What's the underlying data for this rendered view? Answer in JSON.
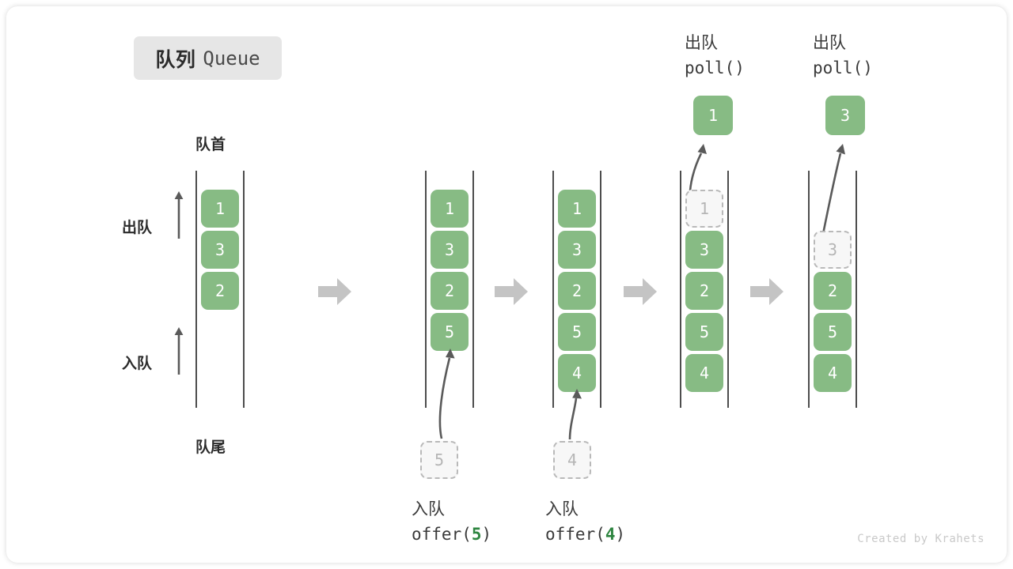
{
  "title": {
    "cn": "队列",
    "en": "Queue"
  },
  "credit": "Created by Krahets",
  "labels": {
    "front": "队首",
    "rear": "队尾",
    "dequeue": "出队",
    "enqueue": "入队"
  },
  "icons": {
    "step": "right-arrow-icon",
    "up": "up-arrow-icon",
    "flow": "curved-arrow-icon"
  },
  "columns": [
    {
      "id": "initial",
      "caption_cn": "",
      "caption_code": "",
      "cells": [
        "1",
        "3",
        "2"
      ],
      "ghost_index": -1,
      "incoming": null,
      "popped": null
    },
    {
      "id": "offer-5",
      "caption_cn": "入队",
      "caption_code_pre": "offer(",
      "caption_code_num": "5",
      "caption_code_post": ")",
      "cells": [
        "1",
        "3",
        "2",
        "5"
      ],
      "ghost_index": -1,
      "incoming": "5",
      "popped": null
    },
    {
      "id": "offer-4",
      "caption_cn": "入队",
      "caption_code_pre": "offer(",
      "caption_code_num": "4",
      "caption_code_post": ")",
      "cells": [
        "1",
        "3",
        "2",
        "5",
        "4"
      ],
      "ghost_index": -1,
      "incoming": "4",
      "popped": null
    },
    {
      "id": "poll-1",
      "caption_cn": "出队",
      "caption_code_pre": "poll()",
      "caption_code_num": "",
      "caption_code_post": "",
      "cells": [
        "1",
        "3",
        "2",
        "5",
        "4"
      ],
      "ghost_index": 0,
      "incoming": null,
      "popped": "1"
    },
    {
      "id": "poll-3",
      "caption_cn": "出队",
      "caption_code_pre": "poll()",
      "caption_code_num": "",
      "caption_code_post": "",
      "cells": [
        "3",
        "2",
        "5",
        "4"
      ],
      "ghost_index": 0,
      "incoming": null,
      "popped": "3"
    }
  ],
  "colors": {
    "cell_green": "#87bb84",
    "ghost_fill": "#f7f7f7",
    "ghost_border": "#b9b9b9",
    "rail": "#4d4d4d",
    "step_arrow": "#c4c4c4",
    "badge_bg": "#e6e6e6",
    "accent_num": "#2e8540"
  }
}
